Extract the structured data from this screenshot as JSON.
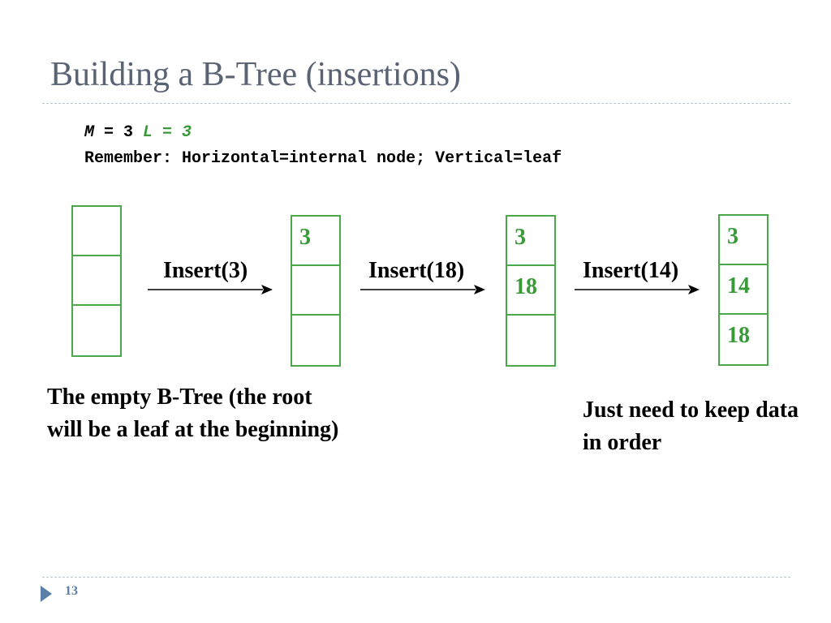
{
  "slide": {
    "title": "Building a B-Tree (insertions)",
    "params": {
      "m_var": "M",
      "m_eq": " = 3 ",
      "l_text": "L = 3"
    },
    "remember": "Remember: Horizontal=internal node; Vertical=leaf",
    "page_number": "13"
  },
  "nodes": [
    {
      "cells": [
        "",
        "",
        ""
      ]
    },
    {
      "cells": [
        "3",
        "",
        ""
      ]
    },
    {
      "cells": [
        "3",
        "18",
        ""
      ]
    },
    {
      "cells": [
        "3",
        "14",
        "18"
      ]
    }
  ],
  "steps": [
    {
      "label": "Insert(3)"
    },
    {
      "label": "Insert(18)"
    },
    {
      "label": "Insert(14)"
    }
  ],
  "notes": {
    "left": "The empty B-Tree (the root will be a leaf at the beginning)",
    "right": "Just need to keep data in order"
  },
  "colors": {
    "leaf": "#4aa84a",
    "title": "#5a6374",
    "accent": "#5b7fa8"
  }
}
